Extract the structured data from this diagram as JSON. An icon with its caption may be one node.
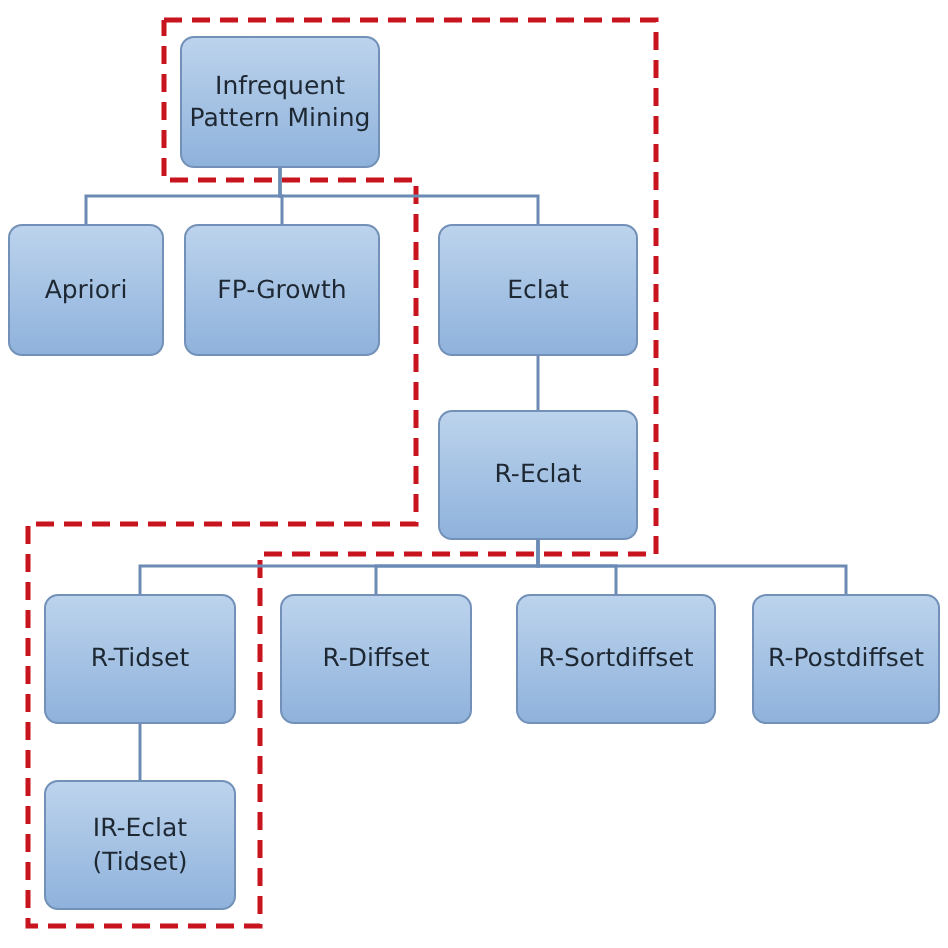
{
  "diagram": {
    "nodes": [
      {
        "text": [
          "Infrequent Pattern Mining"
        ]
      },
      {
        "text": [
          "Apriori"
        ]
      },
      {
        "text": [
          "FP-Growth"
        ]
      },
      {
        "text": [
          "Eclat"
        ]
      },
      {
        "text": [
          "R-Eclat"
        ]
      },
      {
        "text": [
          "R-Tidset"
        ]
      },
      {
        "text": [
          "R-Diffset"
        ]
      },
      {
        "text": [
          "R-Sortdiffset"
        ]
      },
      {
        "text": [
          "R-Postdiffset"
        ]
      },
      {
        "text": [
          "IR-Eclat (Tidset)"
        ]
      }
    ],
    "edges": [
      {
        "from": 0,
        "to": 1,
        "arrow": "none"
      },
      {
        "from": 0,
        "to": 2,
        "arrow": "none"
      },
      {
        "from": 0,
        "to": 3,
        "arrow": "none"
      },
      {
        "from": 3,
        "to": 4,
        "arrow": "none"
      },
      {
        "from": 4,
        "to": 5,
        "arrow": "none"
      },
      {
        "from": 4,
        "to": 6,
        "arrow": "none"
      },
      {
        "from": 4,
        "to": 7,
        "arrow": "none"
      },
      {
        "from": 4,
        "to": 8,
        "arrow": "none"
      },
      {
        "from": 5,
        "to": 9,
        "arrow": "none"
      }
    ]
  }
}
